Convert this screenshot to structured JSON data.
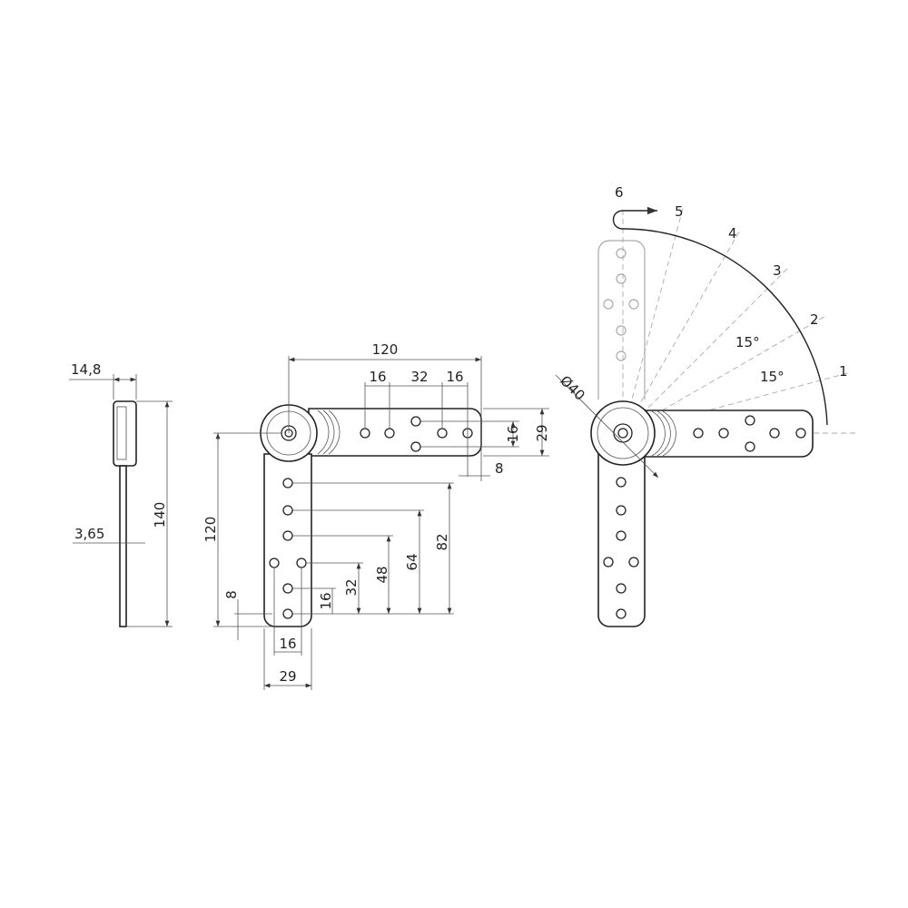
{
  "side_view": {
    "width": "14,8",
    "thickness": "3,65",
    "height": "140"
  },
  "front_view": {
    "arm_length_h": "120",
    "hole_pitch_a": "16",
    "hole_pitch_b": "32",
    "hole_pitch_c": "16",
    "arm_width_h": "29",
    "hole_offset_h": "16",
    "end_offset_h": "8",
    "arm_length_v": "120",
    "end_offset_v": "8",
    "hole_dims_v": [
      "82",
      "64",
      "48",
      "32",
      "16"
    ],
    "hole_spacing_bottom": "16",
    "arm_width_bottom": "29"
  },
  "rotation_view": {
    "diameter": "Ø40",
    "positions": [
      "1",
      "2",
      "3",
      "4",
      "5",
      "6"
    ],
    "angle_labels": [
      "15°",
      "15°"
    ]
  }
}
